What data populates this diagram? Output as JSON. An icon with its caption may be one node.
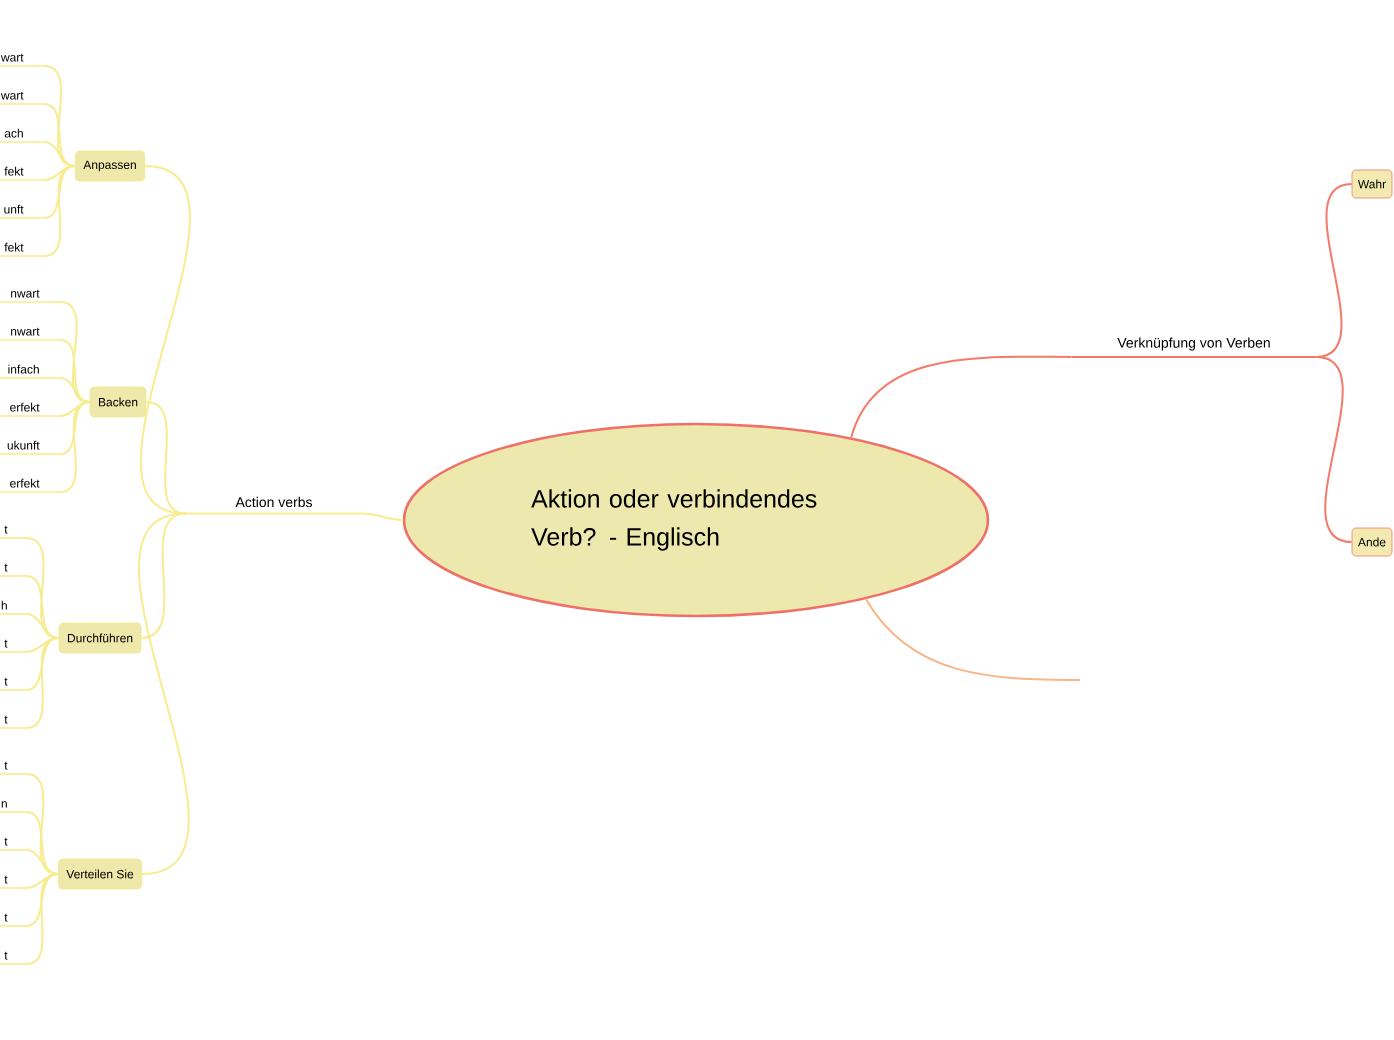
{
  "diagram": {
    "nodes": [
      {
        "text": [
          "Aktion oder verbindendes Verb? - Englisch"
        ]
      },
      {
        "text": [
          "Action verbs"
        ]
      },
      {
        "text": [
          "Anpassen"
        ]
      },
      {
        "text": [
          "wart"
        ]
      },
      {
        "text": [
          "wart"
        ]
      },
      {
        "text": [
          "ach"
        ]
      },
      {
        "text": [
          "fekt"
        ]
      },
      {
        "text": [
          "unft"
        ]
      },
      {
        "text": [
          "fekt"
        ]
      },
      {
        "text": [
          "Backen"
        ]
      },
      {
        "text": [
          "nwart"
        ]
      },
      {
        "text": [
          "nwart"
        ]
      },
      {
        "text": [
          "infach"
        ]
      },
      {
        "text": [
          "erfekt"
        ]
      },
      {
        "text": [
          "ukunft"
        ]
      },
      {
        "text": [
          "erfekt"
        ]
      },
      {
        "text": [
          "Durchführen"
        ]
      },
      {
        "text": [
          "t"
        ]
      },
      {
        "text": [
          "t"
        ]
      },
      {
        "text": [
          "h"
        ]
      },
      {
        "text": [
          "t"
        ]
      },
      {
        "text": [
          "t"
        ]
      },
      {
        "text": [
          "t"
        ]
      },
      {
        "text": [
          "Verteilen Sie"
        ]
      },
      {
        "text": [
          "t"
        ]
      },
      {
        "text": [
          "n"
        ]
      },
      {
        "text": [
          "t"
        ]
      },
      {
        "text": [
          "t"
        ]
      },
      {
        "text": [
          "t"
        ]
      },
      {
        "text": [
          "t"
        ]
      },
      {
        "text": [
          "Verknüpfung von Verben"
        ]
      },
      {
        "text": [
          "Wahr"
        ]
      },
      {
        "text": [
          "Ande"
        ]
      }
    ],
    "edges": [
      {
        "from": 0,
        "to": 1,
        "arrow": "none"
      },
      {
        "from": 1,
        "to": 2,
        "arrow": "none"
      },
      {
        "from": 2,
        "to": 3,
        "arrow": "none"
      },
      {
        "from": 2,
        "to": 4,
        "arrow": "none"
      },
      {
        "from": 2,
        "to": 5,
        "arrow": "none"
      },
      {
        "from": 2,
        "to": 6,
        "arrow": "none"
      },
      {
        "from": 2,
        "to": 7,
        "arrow": "none"
      },
      {
        "from": 2,
        "to": 8,
        "arrow": "none"
      },
      {
        "from": 1,
        "to": 9,
        "arrow": "none"
      },
      {
        "from": 9,
        "to": 10,
        "arrow": "none"
      },
      {
        "from": 9,
        "to": 11,
        "arrow": "none"
      },
      {
        "from": 9,
        "to": 12,
        "arrow": "none"
      },
      {
        "from": 9,
        "to": 13,
        "arrow": "none"
      },
      {
        "from": 9,
        "to": 14,
        "arrow": "none"
      },
      {
        "from": 9,
        "to": 15,
        "arrow": "none"
      },
      {
        "from": 1,
        "to": 16,
        "arrow": "none"
      },
      {
        "from": 16,
        "to": 17,
        "arrow": "none"
      },
      {
        "from": 16,
        "to": 18,
        "arrow": "none"
      },
      {
        "from": 16,
        "to": 19,
        "arrow": "none"
      },
      {
        "from": 16,
        "to": 20,
        "arrow": "none"
      },
      {
        "from": 16,
        "to": 21,
        "arrow": "none"
      },
      {
        "from": 16,
        "to": 22,
        "arrow": "none"
      },
      {
        "from": 1,
        "to": 23,
        "arrow": "none"
      },
      {
        "from": 23,
        "to": 24,
        "arrow": "none"
      },
      {
        "from": 23,
        "to": 25,
        "arrow": "none"
      },
      {
        "from": 23,
        "to": 26,
        "arrow": "none"
      },
      {
        "from": 23,
        "to": 27,
        "arrow": "none"
      },
      {
        "from": 23,
        "to": 28,
        "arrow": "none"
      },
      {
        "from": 23,
        "to": 29,
        "arrow": "none"
      },
      {
        "from": 0,
        "to": 30,
        "arrow": "none",
        "color": "#f47a6c"
      },
      {
        "from": 30,
        "to": 31,
        "arrow": "none",
        "color": "#f47a6c"
      },
      {
        "from": 30,
        "to": 32,
        "arrow": "none",
        "color": "#f47a6c"
      },
      {
        "from": 0,
        "to": null,
        "arrow": "none",
        "color": "#f9b48a"
      }
    ]
  }
}
